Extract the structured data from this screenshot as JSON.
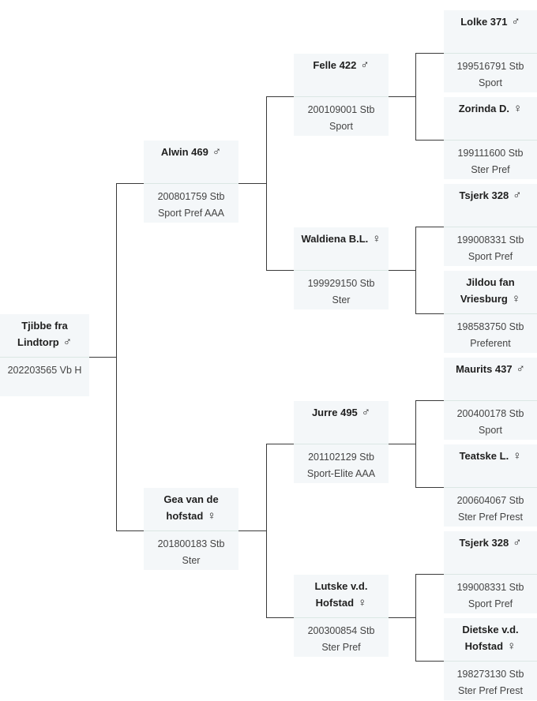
{
  "symbols": {
    "male": "♂",
    "female": "♀"
  },
  "subject": {
    "name": "Tjibbe fra Lindtorp",
    "sex": "male",
    "reg": "202203565 Vb H",
    "pred": ""
  },
  "parents": [
    {
      "name": "Alwin 469",
      "sex": "male",
      "reg": "200801759 Stb",
      "pred": "Sport Pref AAA"
    },
    {
      "name": "Gea van de hofstad",
      "sex": "female",
      "reg": "201800183 Stb",
      "pred": "Ster"
    }
  ],
  "grandparents": [
    {
      "name": "Felle 422",
      "sex": "male",
      "reg": "200109001 Stb",
      "pred": "Sport"
    },
    {
      "name": "Waldiena B.L.",
      "sex": "female",
      "reg": "199929150 Stb",
      "pred": "Ster"
    },
    {
      "name": "Jurre 495",
      "sex": "male",
      "reg": "201102129 Stb",
      "pred": "Sport-Elite AAA"
    },
    {
      "name": "Lutske v.d. Hofstad",
      "sex": "female",
      "reg": "200300854 Stb",
      "pred": "Ster Pref"
    }
  ],
  "great_grandparents": [
    {
      "name": "Lolke 371",
      "sex": "male",
      "reg": "199516791 Stb",
      "pred": "Sport"
    },
    {
      "name": "Zorinda D.",
      "sex": "female",
      "reg": "199111600 Stb",
      "pred": "Ster Pref"
    },
    {
      "name": "Tsjerk 328",
      "sex": "male",
      "reg": "199008331 Stb",
      "pred": "Sport Pref"
    },
    {
      "name": "Jildou fan Vriesburg",
      "sex": "female",
      "reg": "198583750 Stb",
      "pred": "Preferent"
    },
    {
      "name": "Maurits 437",
      "sex": "male",
      "reg": "200400178 Stb",
      "pred": "Sport"
    },
    {
      "name": "Teatske L.",
      "sex": "female",
      "reg": "200604067 Stb",
      "pred": "Ster Pref Prest"
    },
    {
      "name": "Tsjerk 328",
      "sex": "male",
      "reg": "199008331 Stb",
      "pred": "Sport Pref"
    },
    {
      "name": "Dietske v.d. Hofstad",
      "sex": "female",
      "reg": "198273130 Stb",
      "pred": "Ster Pref Prest"
    }
  ]
}
